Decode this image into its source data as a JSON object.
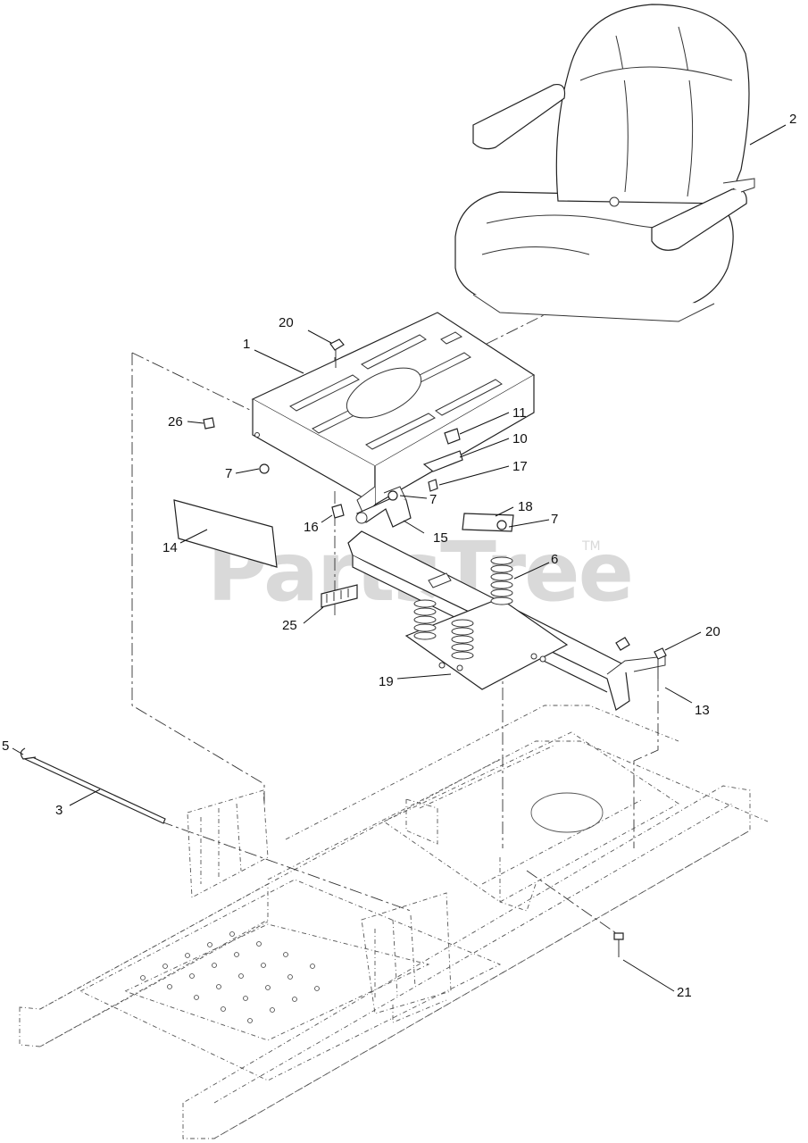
{
  "watermark": {
    "text": "PartsTree",
    "tm": "TM"
  },
  "callouts": [
    {
      "id": "c1",
      "label": "1"
    },
    {
      "id": "c2",
      "label": "2"
    },
    {
      "id": "c3",
      "label": "3"
    },
    {
      "id": "c5",
      "label": "5"
    },
    {
      "id": "c6",
      "label": "6"
    },
    {
      "id": "c7a",
      "label": "7"
    },
    {
      "id": "c7b",
      "label": "7"
    },
    {
      "id": "c7c",
      "label": "7"
    },
    {
      "id": "c10",
      "label": "10"
    },
    {
      "id": "c11",
      "label": "11"
    },
    {
      "id": "c13",
      "label": "13"
    },
    {
      "id": "c14",
      "label": "14"
    },
    {
      "id": "c15",
      "label": "15"
    },
    {
      "id": "c16",
      "label": "16"
    },
    {
      "id": "c17",
      "label": "17"
    },
    {
      "id": "c18",
      "label": "18"
    },
    {
      "id": "c19",
      "label": "19"
    },
    {
      "id": "c20a",
      "label": "20"
    },
    {
      "id": "c20b",
      "label": "20"
    },
    {
      "id": "c21",
      "label": "21"
    },
    {
      "id": "c25",
      "label": "25"
    },
    {
      "id": "c26",
      "label": "26"
    }
  ]
}
